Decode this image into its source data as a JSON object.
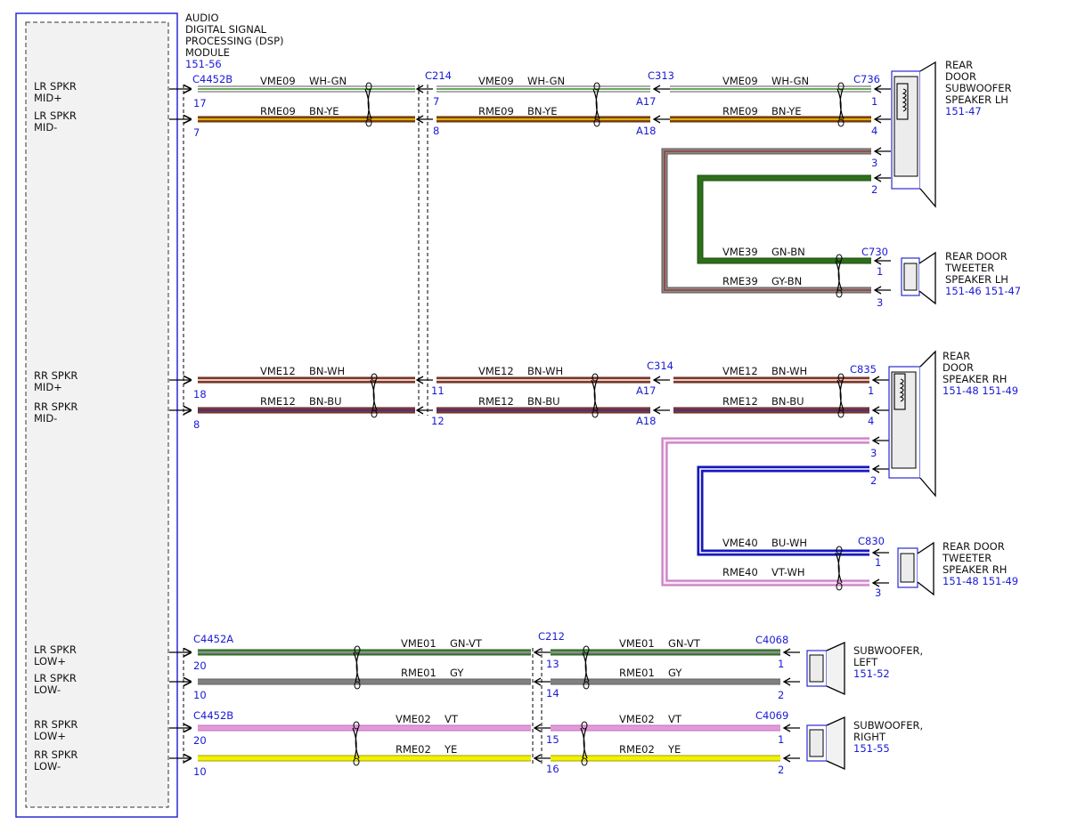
{
  "module": {
    "title_lines": [
      "AUDIO",
      "DIGITAL SIGNAL",
      "PROCESSING (DSP)",
      "MODULE"
    ],
    "ref": "151-56",
    "pins": {
      "lr_mid_plus": [
        "LR SPKR",
        "MID+"
      ],
      "lr_mid_minus": [
        "LR SPKR",
        "MID-"
      ],
      "rr_mid_plus": [
        "RR SPKR",
        "MID+"
      ],
      "rr_mid_minus": [
        "RR SPKR",
        "MID-"
      ],
      "lr_low_plus": [
        "LR SPKR",
        "LOW+"
      ],
      "lr_low_minus": [
        "LR SPKR",
        "LOW-"
      ],
      "rr_low_plus": [
        "RR SPKR",
        "LOW+"
      ],
      "rr_low_minus": [
        "RR SPKR",
        "LOW-"
      ]
    }
  },
  "connectors": {
    "c4452b_top": "C4452B",
    "c214": "C214",
    "c313": "C313",
    "c736": "C736",
    "c730": "C730",
    "c314": "C314",
    "c835": "C835",
    "c830": "C830",
    "c4452a": "C4452A",
    "c212": "C212",
    "c4068": "C4068",
    "c4452b_bottom": "C4452B",
    "c4069": "C4069"
  },
  "pins": {
    "p17": "17",
    "p7a": "7",
    "p7b": "7",
    "p8a": "8",
    "pA17a": "A17",
    "pA18a": "A18",
    "p1a": "1",
    "p4a": "4",
    "p3a": "3",
    "p2a": "2",
    "p1b": "1",
    "p3b": "3",
    "p18": "18",
    "p8b": "8",
    "p11": "11",
    "p12": "12",
    "pA17b": "A17",
    "pA18b": "A18",
    "p1c": "1",
    "p4b": "4",
    "p3c": "3",
    "p2b": "2",
    "p1d": "1",
    "p3d": "3",
    "p20a": "20",
    "p10a": "10",
    "p13": "13",
    "p14": "14",
    "p1e": "1",
    "p2c": "2",
    "p20b": "20",
    "p10b": "10",
    "p15": "15",
    "p16": "16",
    "p1f": "1",
    "p2d": "2"
  },
  "circuits": {
    "vme09": "VME09",
    "rme09": "RME09",
    "wh_gn": "WH-GN",
    "bn_ye": "BN-YE",
    "vme39": "VME39",
    "rme39": "RME39",
    "gn_bn": "GN-BN",
    "gy_bn": "GY-BN",
    "vme12": "VME12",
    "rme12": "RME12",
    "bn_wh": "BN-WH",
    "bn_bu": "BN-BU",
    "vme40": "VME40",
    "rme40": "RME40",
    "bu_wh": "BU-WH",
    "vt_wh": "VT-WH",
    "vme01": "VME01",
    "rme01": "RME01",
    "gn_vt": "GN-VT",
    "gy": "GY",
    "vme02": "VME02",
    "rme02": "RME02",
    "vt": "VT",
    "ye": "YE"
  },
  "components": {
    "rear_door_sub_lh": {
      "lines": [
        "REAR",
        "DOOR",
        "SUBWOOFER",
        "SPEAKER LH"
      ],
      "ref": "151-47"
    },
    "rear_door_tweeter_lh": {
      "lines": [
        "REAR DOOR",
        "TWEETER",
        "SPEAKER LH"
      ],
      "ref": "151-46  151-47"
    },
    "rear_door_speaker_rh": {
      "lines": [
        "REAR",
        "DOOR",
        "SPEAKER RH"
      ],
      "ref": "151-48  151-49"
    },
    "rear_door_tweeter_rh": {
      "lines": [
        "REAR DOOR",
        "TWEETER",
        "SPEAKER RH"
      ],
      "ref": "151-48  151-49"
    },
    "subwoofer_left": {
      "lines": [
        "SUBWOOFER,",
        "LEFT"
      ],
      "ref": "151-52"
    },
    "subwoofer_right": {
      "lines": [
        "SUBWOOFER,",
        "RIGHT"
      ],
      "ref": "151-55"
    }
  },
  "wire_colors": {
    "WH-GN": {
      "base": "#ffffff",
      "stripe": "#3a8a2e",
      "edge": "#5a5a5a"
    },
    "BN-YE": {
      "base": "#8b4513",
      "stripe": "#f2d600",
      "edge": "#5a2a0a"
    },
    "GN-BN": {
      "base": "#2e6e1c",
      "stripe": "#2e6e1c",
      "edge": "#1f4f12"
    },
    "GY-BN": {
      "base": "#8a8a8a",
      "stripe": "#9a3a30",
      "edge": "#555555"
    },
    "BN-WH": {
      "base": "#8b3a2a",
      "stripe": "#ffffff",
      "edge": "#5a2a1a"
    },
    "BN-BU": {
      "base": "#8b3a2a",
      "stripe": "#2a2ab8",
      "edge": "#5a2a1a"
    },
    "BU-WH": {
      "base": "#1a1ad6",
      "stripe": "#ffffff",
      "edge": "#10108a"
    },
    "VT-WH": {
      "base": "#e29ad8",
      "stripe": "#ffffff",
      "edge": "#b070b0"
    },
    "GN-VT": {
      "base": "#3a8a2e",
      "stripe": "#c080d0",
      "edge": "#255a1c"
    },
    "GY": {
      "base": "#808080",
      "stripe": "#808080",
      "edge": "#606060"
    },
    "VT": {
      "base": "#e29ad8",
      "stripe": "#e29ad8",
      "edge": "#c070c0"
    },
    "YE": {
      "base": "#f2f200",
      "stripe": "#f2f200",
      "edge": "#a0a000"
    }
  }
}
